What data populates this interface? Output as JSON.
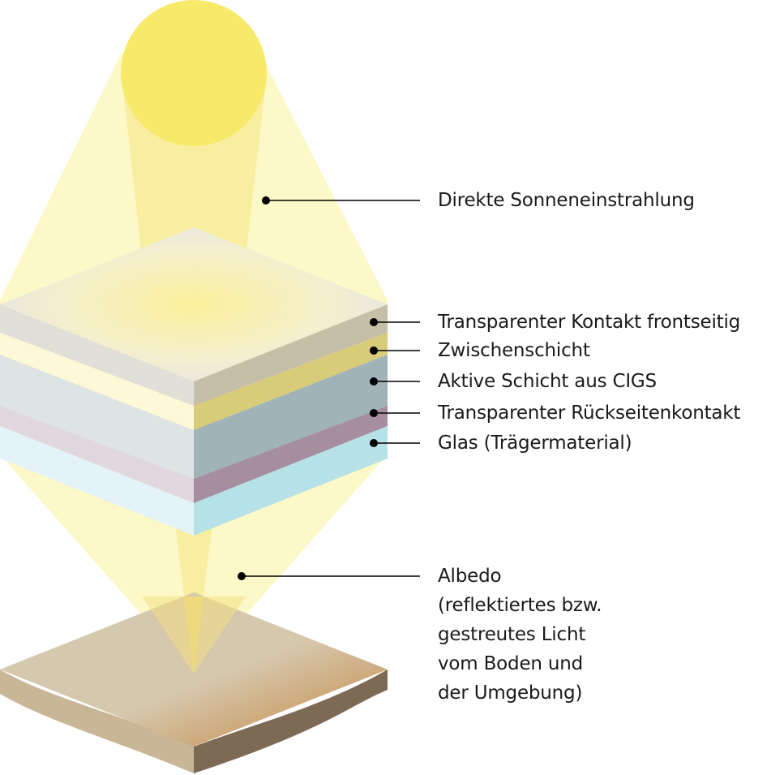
{
  "diagram": {
    "title": "",
    "colors": {
      "sun": "#f7e96a",
      "light_outer": "#fdf8c8",
      "light_inner": "#f9eea0",
      "layer_front_contact": "#c6bfa8",
      "layer_buffer": "#d8cc7a",
      "layer_cigs": "#9fb3b9",
      "layer_back_contact": "#a68ea1",
      "layer_glass": "#b6e1e7",
      "ground_top": "#d4c5a9",
      "ground_side_left": "#c8b697",
      "ground_side_right": "#7d6a55",
      "leader_line": "#000000"
    },
    "labels": {
      "direct_sunlight": "Direkte Sonneneinstrahlung",
      "layers": [
        "Transparenter Kontakt frontseitig",
        "Zwischenschicht",
        "Aktive Schicht aus CIGS",
        "Transparenter Rückseitenkontakt",
        "Glas (Trägermaterial)"
      ],
      "albedo": "Albedo\n(reflektiertes bzw.\ngestreutes Licht\nvom Boden und\nder Umgebung)"
    }
  }
}
